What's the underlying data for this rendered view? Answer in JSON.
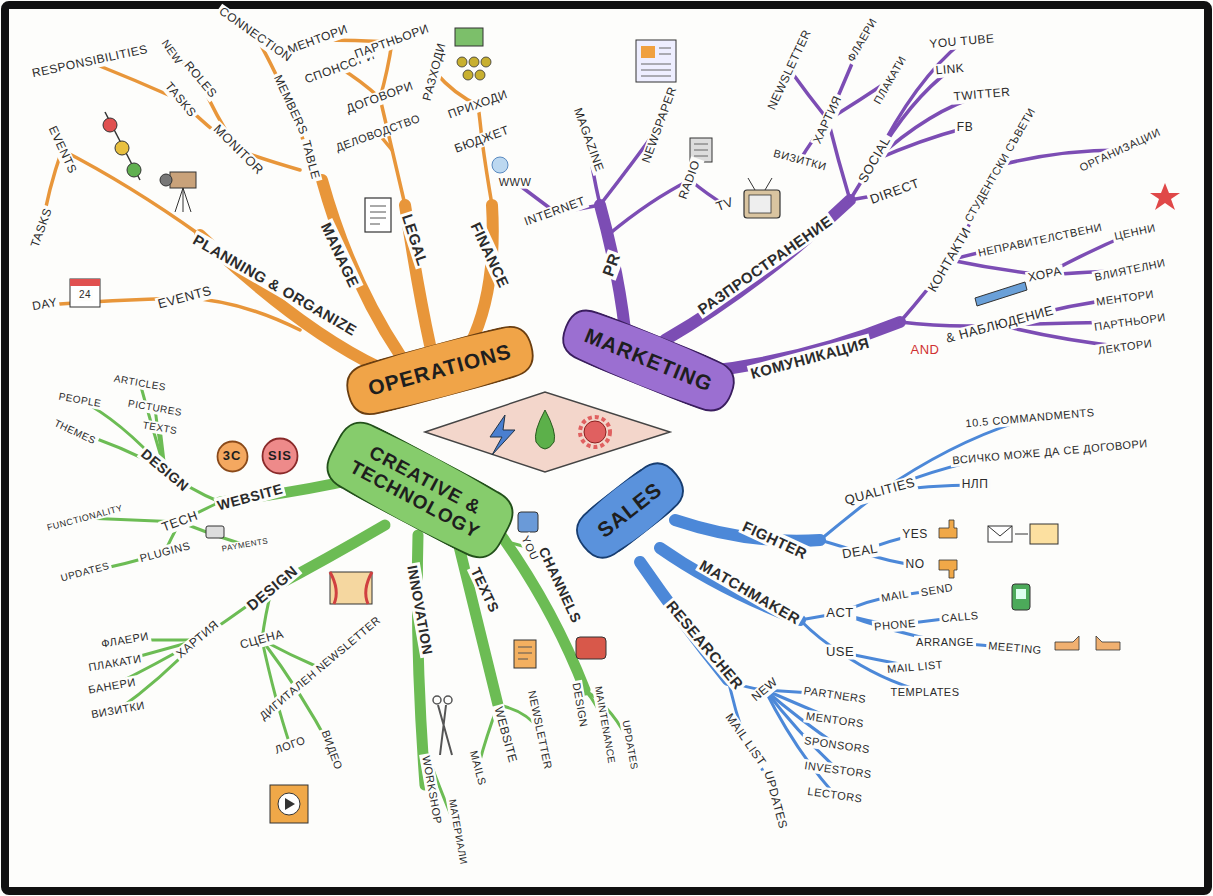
{
  "diagram": {
    "nodes": [
      {
        "text": [
          "OPERATIONS"
        ]
      },
      {
        "text": [
          "MARKETING"
        ]
      },
      {
        "text": [
          "CREATIVE & TECHNOLOGY"
        ]
      },
      {
        "text": [
          "SALES"
        ]
      },
      {
        "text": [
          "3C"
        ]
      },
      {
        "text": [
          "SIS"
        ]
      }
    ],
    "labels": [
      "FINANCE",
      "БЮДЖЕТ",
      "ПРИХОДИ",
      "РАЗХОДИ",
      "LEGAL",
      "ДОГОВОРИ",
      "ДЕЛОВОДСТВО",
      "СПОНСОРИ",
      "ПАРТНЬОРИ",
      "МЕНТОРИ",
      "MANAGE",
      "TABLE",
      "MEMBERS",
      "MONITOR",
      "ROLES",
      "CONNECTION",
      "NEW",
      "TASKS",
      "RESPONSIBILITIES",
      "PLANNING & ORGANIZE",
      "EVENTS",
      "TASKS",
      "EVENTS",
      "DAY",
      "24",
      "PR",
      "INTERNET",
      "WWW",
      "MAGAZINE",
      "NEWSPAPER",
      "RADIO",
      "TV",
      "РАЗПРОСТРАНЕНИЕ",
      "DIRECT",
      "SOCIAL",
      "FB",
      "TWITTER",
      "LINK",
      "YOU TUBE",
      "ХАРТИЯ",
      "ФЛАЕРИ",
      "ПЛАКАТИ",
      "ВИЗИТКИ",
      "NEWSLETTER",
      "КОМУНИКАЦИЯ",
      "КОНТАКТИ",
      "СТУДЕНТСКИ СЪВЕТИ",
      "ОРГАНИЗАЦИИ",
      "НЕПРАВИТЕЛСТВЕНИ",
      "ХОРА",
      "ЦЕННИ",
      "ВЛИЯТЕЛНИ",
      "& НАБЛЮДЕНИЕ",
      "МЕНТОРИ",
      "ПАРТНЬОРИ",
      "ЛЕКТОРИ",
      "AND",
      "FIGHTER",
      "QUALITIES",
      "10.5 COMMANDMENTS",
      "ВСИЧКО МОЖЕ ДА СЕ ДОГОВОРИ",
      "НЛП",
      "DEAL",
      "YES",
      "NO",
      "MATCHMAKER",
      "ACT",
      "MAIL",
      "SEND",
      "PHONE",
      "CALLS",
      "ARRANGE",
      "MEETING",
      "USE",
      "MAIL LIST",
      "TEMPLATES",
      "RESEARCHER",
      "NEW",
      "PARTNERS",
      "MENTORS",
      "SPONSORS",
      "INVESTORS",
      "LECTORS",
      "MAIL LIST",
      "UPDATES",
      "WEBSITE",
      "DESIGN",
      "THEMES",
      "PEOPLE",
      "ARTICLES",
      "PICTURES",
      "TEXTS",
      "TECH",
      "FUNCTIONALITY",
      "PLUGINS",
      "PAYMENTS",
      "UPDATES",
      "DESIGN",
      "ХАРТИЯ",
      "ФЛАЕРИ",
      "ПЛАКАТИ",
      "БАНЕРИ",
      "ВИЗИТКИ",
      "СЦЕНА",
      "ДИГИТАЛЕН NEWSLETTER",
      "ЛОГО",
      "ВИДЕО",
      "INNOVATION",
      "WORKSHOP",
      "МАТЕРИАЛИ",
      "TEXTS",
      "WEBSITE",
      "MAILS",
      "NEWSLETTER",
      "CHANNELS",
      "YOU",
      "DESIGN",
      "MAINTENANCE",
      "UPDATES"
    ]
  }
}
